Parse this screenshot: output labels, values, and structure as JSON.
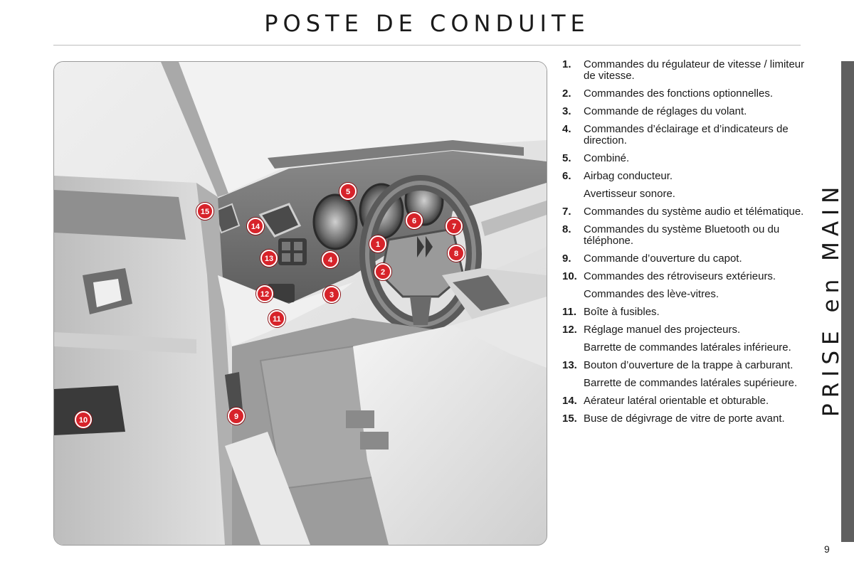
{
  "title": "POSTE DE CONDUITE",
  "section": "PRISE en MAIN",
  "page_number": "9",
  "callouts": [
    "1",
    "2",
    "3",
    "4",
    "5",
    "6",
    "7",
    "8",
    "9",
    "10",
    "11",
    "12",
    "13",
    "14",
    "15"
  ],
  "legend": [
    {
      "num": "1.",
      "text": "Commandes du régulateur de vitesse / limiteur de vitesse."
    },
    {
      "num": "2.",
      "text": "Commandes des fonctions optionnelles."
    },
    {
      "num": "3.",
      "text": "Commande de réglages du volant."
    },
    {
      "num": "4.",
      "text": "Commandes d’éclairage et d’indicateurs de direction."
    },
    {
      "num": "5.",
      "text": "Combiné."
    },
    {
      "num": "6.",
      "text": "Airbag conducteur."
    },
    {
      "num": "",
      "text": "Avertisseur sonore."
    },
    {
      "num": "7.",
      "text": "Commandes du système audio et télématique."
    },
    {
      "num": "8.",
      "text": "Commandes du système Bluetooth ou du téléphone."
    },
    {
      "num": "9.",
      "text": "Commande d’ouverture du capot."
    },
    {
      "num": "10.",
      "text": "Commandes des rétroviseurs extérieurs."
    },
    {
      "num": "",
      "text": "Commandes des lève-vitres."
    },
    {
      "num": "11.",
      "text": "Boîte à fusibles."
    },
    {
      "num": "12.",
      "text": "Réglage manuel des projecteurs."
    },
    {
      "num": "",
      "text": "Barrette de commandes latérales inférieure."
    },
    {
      "num": "13.",
      "text": "Bouton d’ouverture de la trappe à carburant."
    },
    {
      "num": "",
      "text": "Barrette de commandes latérales supérieure."
    },
    {
      "num": "14.",
      "text": "Aérateur latéral orientable et obturable."
    },
    {
      "num": "15.",
      "text": "Buse de dégivrage de vitre de porte avant."
    }
  ]
}
